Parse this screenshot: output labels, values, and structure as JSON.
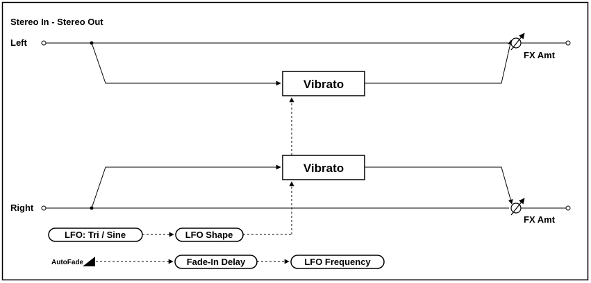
{
  "title": "Stereo In - Stereo Out",
  "inputs": {
    "left": "Left",
    "right": "Right"
  },
  "blocks": {
    "vibrato_top": "Vibrato",
    "vibrato_bottom": "Vibrato"
  },
  "outputs": {
    "fx_amt_top": "FX Amt",
    "fx_amt_bottom": "FX Amt"
  },
  "controls": {
    "lfo_waveform": "LFO: Tri / Sine",
    "lfo_shape": "LFO Shape",
    "autofade": "AutoFade",
    "fade_in_delay": "Fade-In Delay",
    "lfo_frequency": "LFO Frequency"
  }
}
